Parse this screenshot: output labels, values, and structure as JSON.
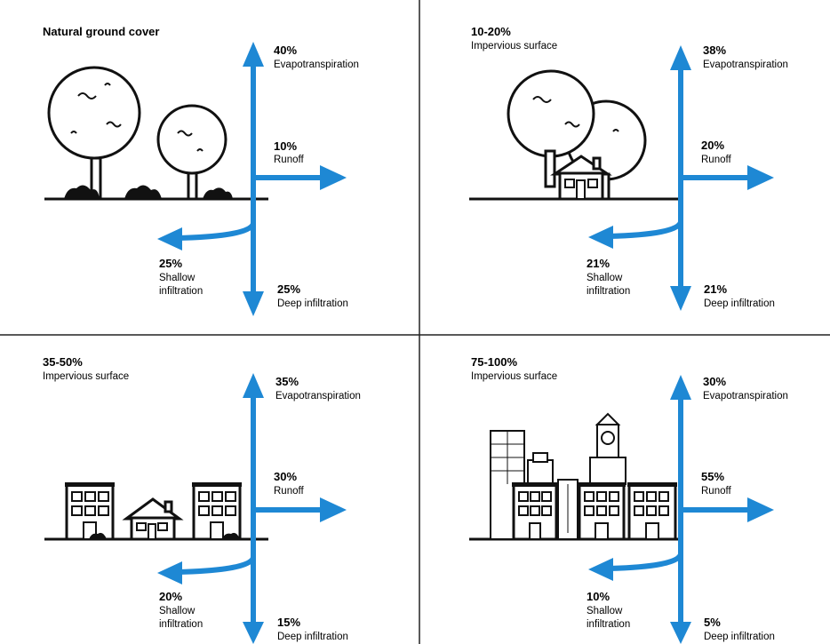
{
  "panels": [
    {
      "title": "Natural ground cover",
      "subtitle": "",
      "evapotranspiration": {
        "percent": "40%",
        "label": "Evapotranspiration"
      },
      "runoff": {
        "percent": "10%",
        "label": "Runoff"
      },
      "shallow_infiltration": {
        "percent": "25%",
        "label_line1": "Shallow",
        "label_line2": "infiltration"
      },
      "deep_infiltration": {
        "percent": "25%",
        "label": "Deep infiltration"
      }
    },
    {
      "title": "10-20%",
      "subtitle": "Impervious surface",
      "evapotranspiration": {
        "percent": "38%",
        "label": "Evapotranspiration"
      },
      "runoff": {
        "percent": "20%",
        "label": "Runoff"
      },
      "shallow_infiltration": {
        "percent": "21%",
        "label_line1": "Shallow",
        "label_line2": "infiltration"
      },
      "deep_infiltration": {
        "percent": "21%",
        "label": "Deep infiltration"
      }
    },
    {
      "title": "35-50%",
      "subtitle": "Impervious surface",
      "evapotranspiration": {
        "percent": "35%",
        "label": "Evapotranspiration"
      },
      "runoff": {
        "percent": "30%",
        "label": "Runoff"
      },
      "shallow_infiltration": {
        "percent": "20%",
        "label_line1": "Shallow",
        "label_line2": "infiltration"
      },
      "deep_infiltration": {
        "percent": "15%",
        "label": "Deep infiltration"
      }
    },
    {
      "title": "75-100%",
      "subtitle": "Impervious surface",
      "evapotranspiration": {
        "percent": "30%",
        "label": "Evapotranspiration"
      },
      "runoff": {
        "percent": "55%",
        "label": "Runoff"
      },
      "shallow_infiltration": {
        "percent": "10%",
        "label_line1": "Shallow",
        "label_line2": "infiltration"
      },
      "deep_infiltration": {
        "percent": "5%",
        "label": "Deep infiltration"
      }
    }
  ],
  "colors": {
    "arrow": "#1e88d4",
    "ink": "#111111",
    "background": "#ffffff"
  }
}
